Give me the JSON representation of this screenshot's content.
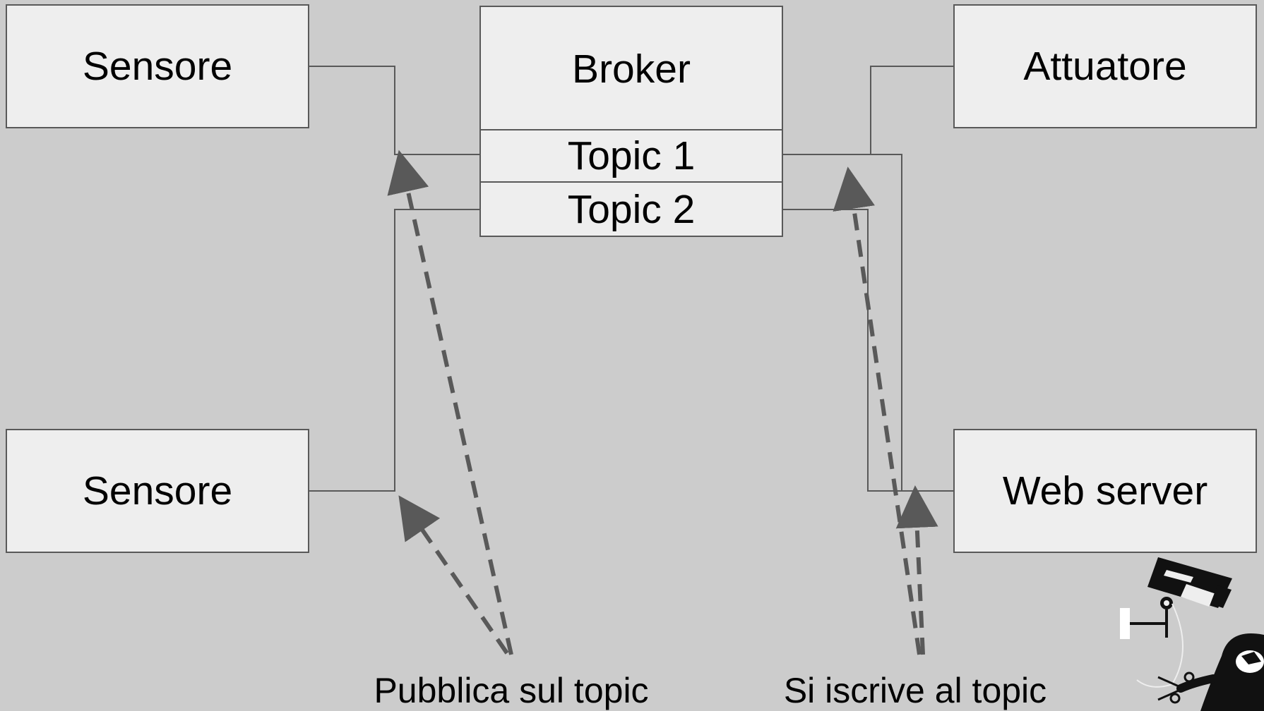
{
  "nodes": {
    "sensor_top": "Sensore",
    "sensor_bottom": "Sensore",
    "broker": "Broker",
    "topic_1": "Topic 1",
    "topic_2": "Topic 2",
    "actuator": "Attuatore",
    "web_server": "Web server"
  },
  "captions": {
    "publish": "Pubblica sul topic",
    "subscribe": "Si iscrive al topic"
  },
  "colors": {
    "background": "#cccccc",
    "box_fill": "#eeeeee",
    "box_border": "#595959",
    "connector": "#595959",
    "dashed_arrow": "#595959"
  },
  "icons": [
    "security-camera-icon",
    "penguin-mascot-icon"
  ]
}
